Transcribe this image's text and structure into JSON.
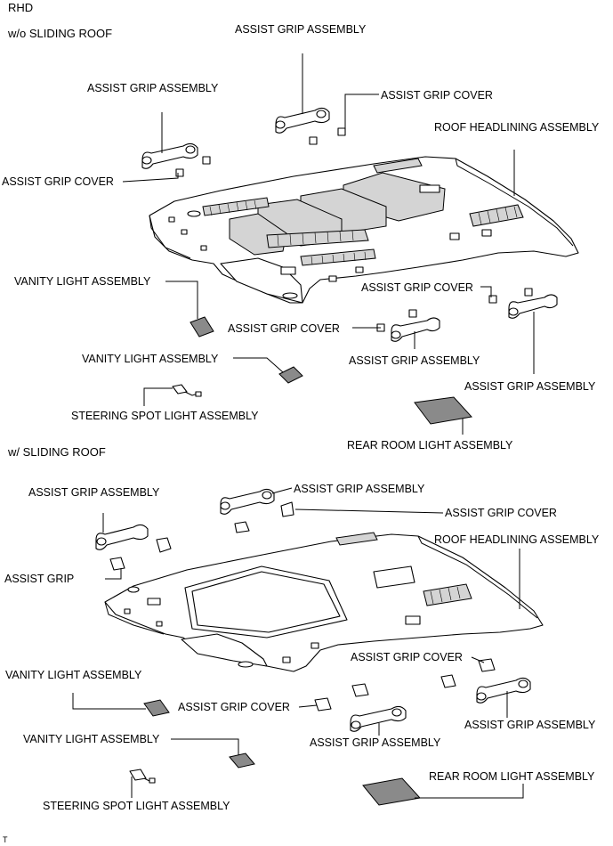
{
  "headers": {
    "rhd": "RHD",
    "wo_sliding_roof": "w/o SLIDING ROOF",
    "w_sliding_roof": "w/ SLIDING ROOF",
    "corner_mark": "T"
  },
  "top": {
    "assist_grip_assembly_top": "ASSIST GRIP ASSEMBLY",
    "assist_grip_assembly_left": "ASSIST GRIP ASSEMBLY",
    "assist_grip_cover_right": "ASSIST GRIP COVER",
    "roof_headlining_assembly": "ROOF HEADLINING ASSEMBLY",
    "assist_grip_cover_left": "ASSIST GRIP COVER",
    "vanity_light_assembly_1": "VANITY LIGHT ASSEMBLY",
    "assist_grip_cover_rr": "ASSIST GRIP COVER",
    "assist_grip_cover_mid": "ASSIST GRIP COVER",
    "vanity_light_assembly_2": "VANITY LIGHT ASSEMBLY",
    "assist_grip_assembly_mid": "ASSIST GRIP ASSEMBLY",
    "assist_grip_assembly_rr": "ASSIST GRIP ASSEMBLY",
    "steering_spot_light_assembly": "STEERING SPOT LIGHT ASSEMBLY",
    "rear_room_light_assembly": "REAR ROOM LIGHT ASSEMBLY"
  },
  "bottom": {
    "assist_grip_assembly_left": "ASSIST GRIP ASSEMBLY",
    "assist_grip_assembly_top": "ASSIST GRIP ASSEMBLY",
    "assist_grip_cover_top": "ASSIST GRIP COVER",
    "roof_headlining_assembly": "ROOF HEADLINING ASSEMBLY",
    "assist_grip": "ASSIST GRIP",
    "assist_grip_cover_rr": "ASSIST GRIP COVER",
    "vanity_light_assembly_1": "VANITY LIGHT ASSEMBLY",
    "assist_grip_cover_mid": "ASSIST GRIP COVER",
    "assist_grip_assembly_rr": "ASSIST GRIP ASSEMBLY",
    "assist_grip_assembly_mid": "ASSIST GRIP ASSEMBLY",
    "vanity_light_assembly_2": "VANITY LIGHT ASSEMBLY",
    "rear_room_light_assembly": "REAR ROOM LIGHT ASSEMBLY",
    "steering_spot_light_assembly": "STEERING SPOT LIGHT ASSEMBLY"
  }
}
